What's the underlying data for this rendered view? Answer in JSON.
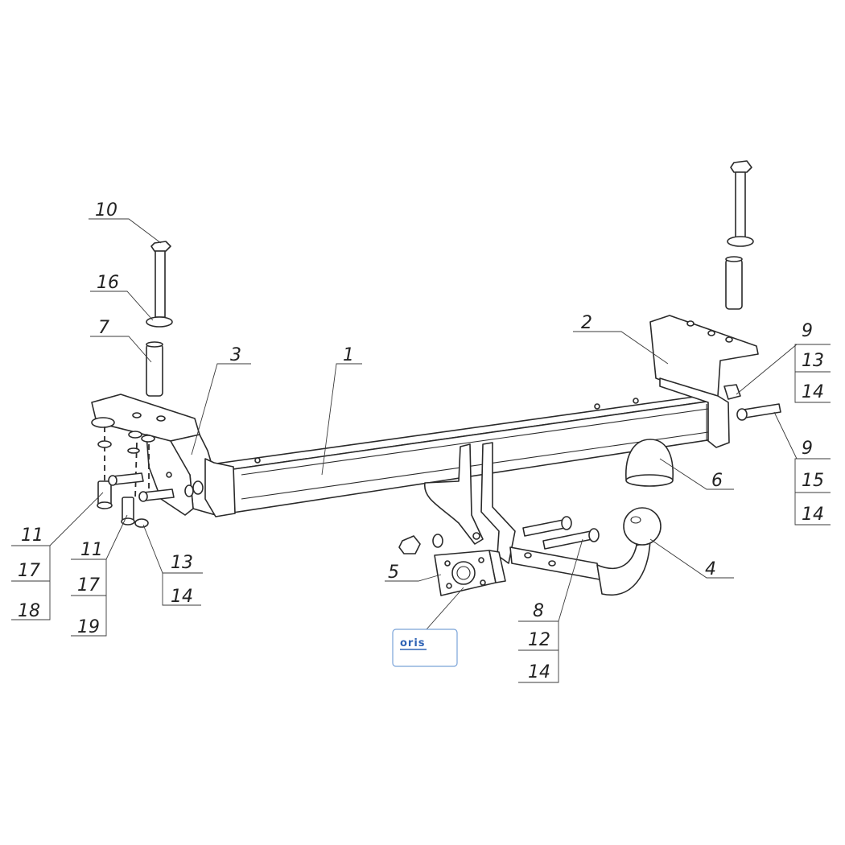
{
  "diagram": {
    "callouts": {
      "c1": "1",
      "c2": "2",
      "c3": "3",
      "c4": "4",
      "c5": "5",
      "c6": "6",
      "c7": "7",
      "c10": "10",
      "c16": "16",
      "right_top": [
        "9",
        "13",
        "14"
      ],
      "right_mid": [
        "9",
        "15",
        "14"
      ],
      "left_a": [
        "11",
        "17",
        "18"
      ],
      "left_b": [
        "11",
        "17",
        "19"
      ],
      "left_c": [
        "13",
        "14"
      ],
      "bottom": [
        "8",
        "12",
        "14"
      ]
    },
    "logo": {
      "text": "oris",
      "brand_color": "#2f63b5"
    }
  }
}
